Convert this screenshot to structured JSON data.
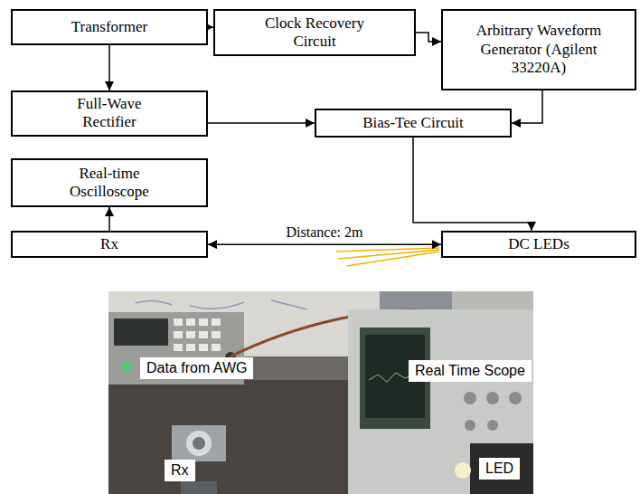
{
  "diagram": {
    "nodes": [
      {
        "text": [
          "Transformer"
        ]
      },
      {
        "text": [
          "Clock Recovery Circuit"
        ]
      },
      {
        "text": [
          "Arbitrary Waveform Generator (Agilent 33220A)"
        ]
      },
      {
        "text": [
          "Full-Wave Rectifier"
        ]
      },
      {
        "text": [
          "Bias-Tee Circuit"
        ]
      },
      {
        "text": [
          "Real-time Oscilloscope"
        ]
      },
      {
        "text": [
          "Rx"
        ]
      },
      {
        "text": [
          "DC LEDs"
        ]
      }
    ],
    "edges": [
      {
        "from": 0,
        "to": 1,
        "arrow": "to"
      },
      {
        "from": 0,
        "to": 3,
        "arrow": "to"
      },
      {
        "from": 1,
        "to": 2,
        "arrow": "to"
      },
      {
        "from": 3,
        "to": 4,
        "arrow": "to"
      },
      {
        "from": 2,
        "to": 4,
        "arrow": "to"
      },
      {
        "from": 4,
        "to": 7,
        "arrow": "to"
      },
      {
        "from": 6,
        "to": 5,
        "arrow": "to"
      },
      {
        "from": 6,
        "to": 7,
        "label": "Distance: 2m",
        "arrow": "both"
      }
    ],
    "labels": [
      "Data from AWG",
      "Real Time Scope",
      "Rx",
      "LED"
    ]
  }
}
